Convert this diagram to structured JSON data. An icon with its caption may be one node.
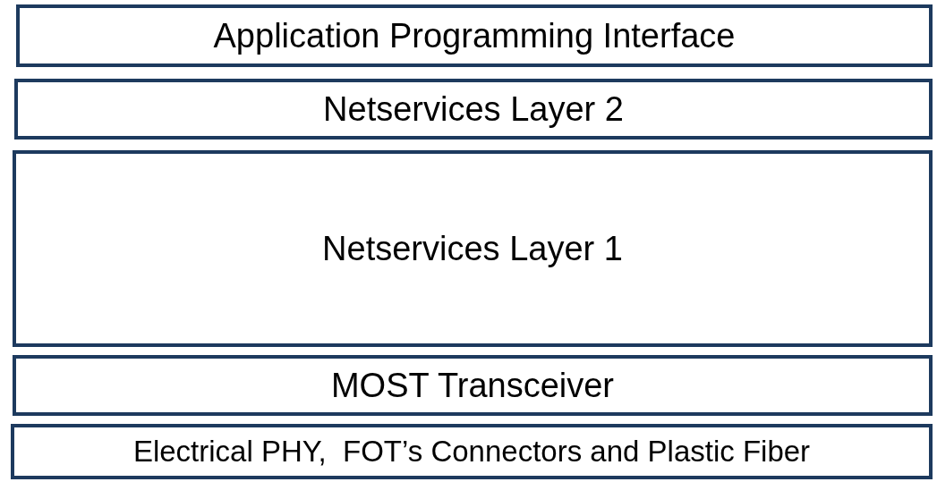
{
  "diagram": {
    "nodes": [
      {
        "text": [
          "Application Programming Interface"
        ]
      },
      {
        "text": [
          "Netservices Layer 2"
        ]
      },
      {
        "text": [
          "Netservices Layer 1"
        ]
      },
      {
        "text": [
          "MOST Transceiver"
        ]
      },
      {
        "text": [
          "Electrical PHY,  FOT’s Connectors and Plastic Fiber"
        ]
      }
    ]
  }
}
